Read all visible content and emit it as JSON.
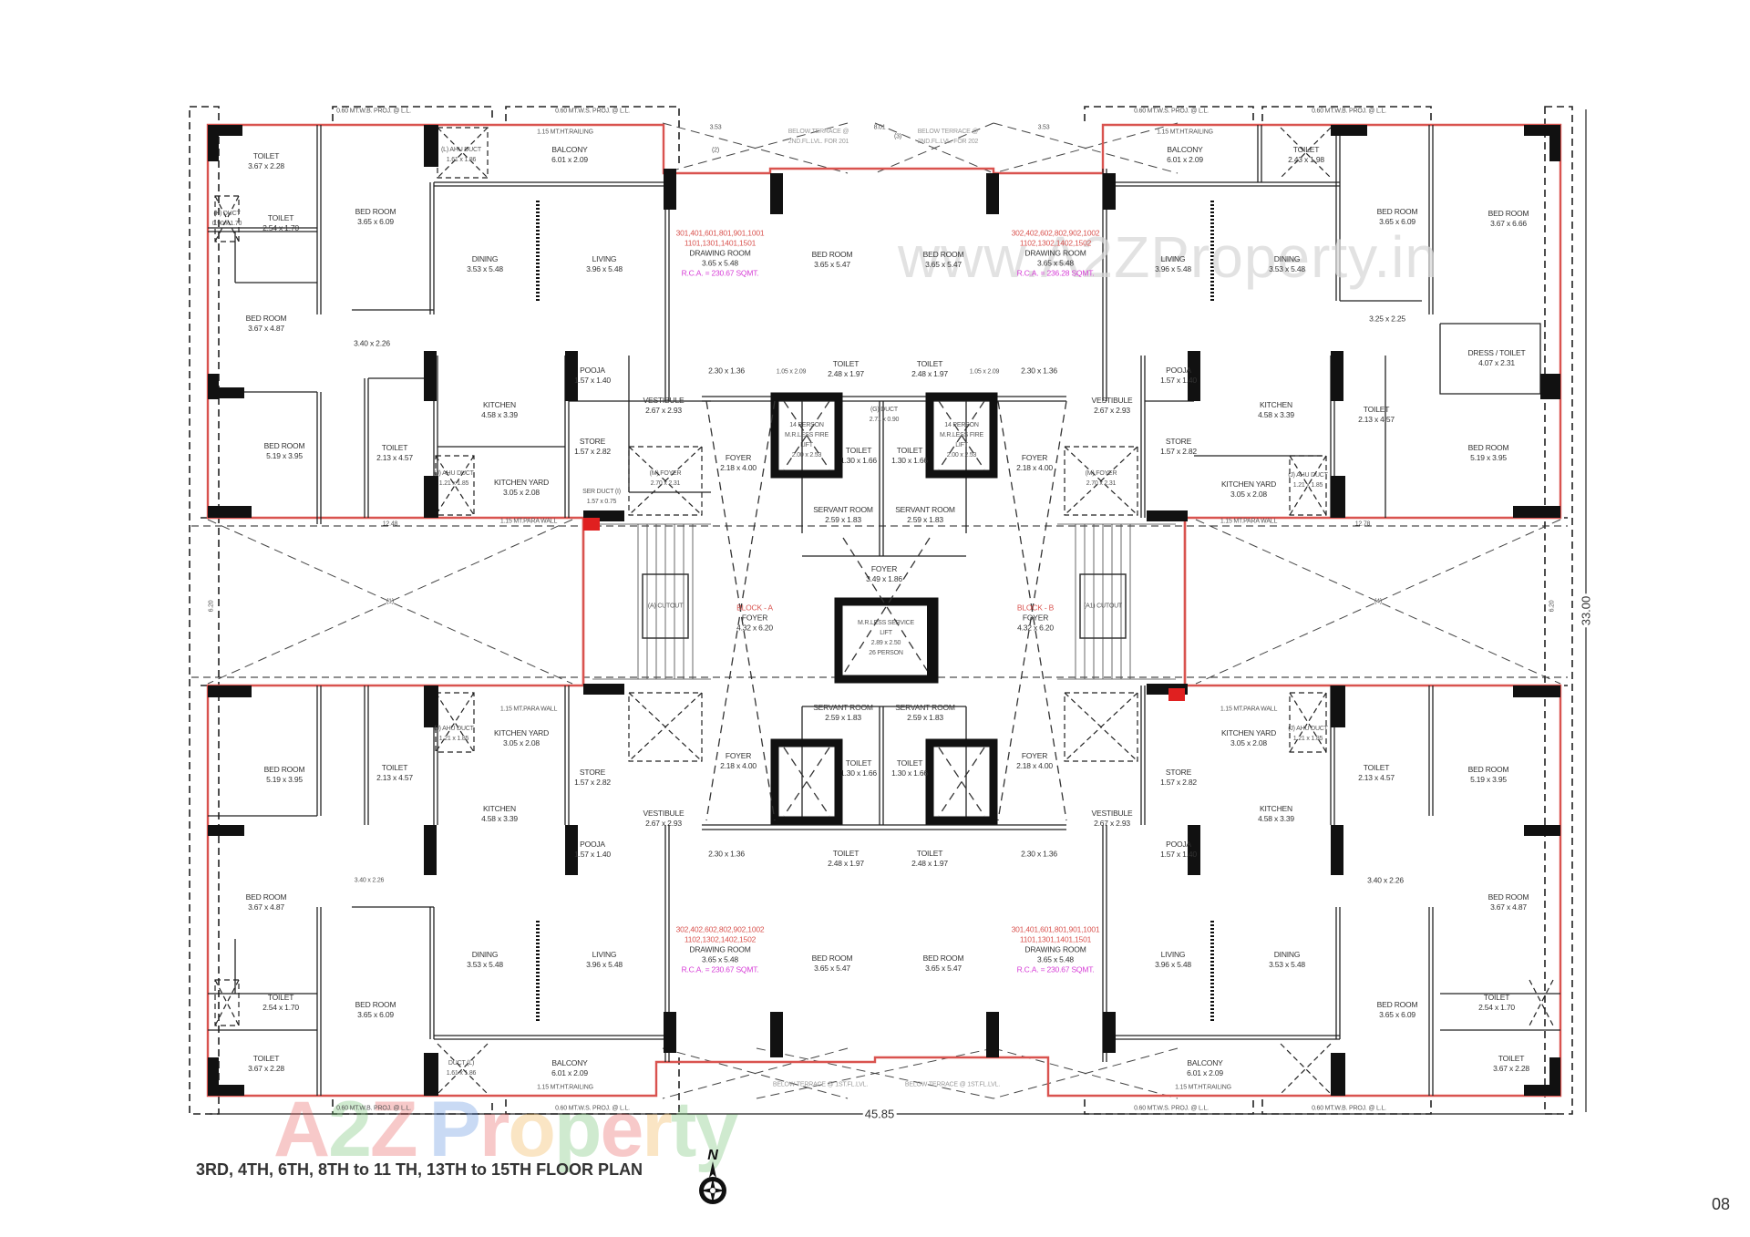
{
  "document": {
    "title": "3RD, 4TH, 6TH, 8TH to 11 TH, 13TH to 15TH FLOOR PLAN",
    "page_number": "08",
    "watermark_url": "www.A2ZProperty.in",
    "watermark_logo": [
      "A",
      "2",
      "Z",
      " ",
      "P",
      "r",
      "o",
      "p",
      "e",
      "r",
      "t",
      "y"
    ],
    "watermark_colors": [
      "#e85a5a",
      "#6cbf6c",
      "#e85a5a",
      "#ffffff",
      "#5b8fe0",
      "#e85a5a",
      "#f0b04a",
      "#6cbf6c",
      "#e85a5a",
      "#f0b04a",
      "#6cbf6c",
      "#6cbf6c"
    ],
    "compass_label": "N",
    "overall_width": "45.85",
    "overall_depth": "33.00",
    "accent_red": "#d9534f",
    "rca_pink": "#d63bd6"
  },
  "rooms": {
    "tl_toilet_a": {
      "name": "TOILET",
      "dim": "3.67 x 2.28"
    },
    "tl_toilet_b": {
      "name": "TOILET",
      "dim": "2.54 x 1.70"
    },
    "tl_duct_k": {
      "name": "(K) DUCT",
      "dim": "0.90 x 1.70"
    },
    "tl_bed_a": {
      "name": "BED ROOM",
      "dim": "3.65 x 6.09"
    },
    "tl_ahu_l": {
      "name": "(L) AHU DUCT",
      "dim": "1.61 x 1.86"
    },
    "tl_balcony": {
      "name": "BALCONY",
      "dim": "6.01 x 2.09"
    },
    "tl_dining": {
      "name": "DINING",
      "dim": "3.53 x 5.48"
    },
    "tl_living": {
      "name": "LIVING",
      "dim": "3.96 x 5.48"
    },
    "tl_bed_b": {
      "name": "BED ROOM",
      "dim": "3.67 x 4.87"
    },
    "tl_passage": {
      "name": "",
      "dim": "3.40 x 2.26"
    },
    "tl_bed_c": {
      "name": "BED ROOM",
      "dim": "5.19 x 3.95"
    },
    "tl_toilet_c": {
      "name": "TOILET",
      "dim": "2.13 x 4.57"
    },
    "tl_kitchen": {
      "name": "KITCHEN",
      "dim": "4.58 x 3.39"
    },
    "tl_ahu_j": {
      "name": "(J) AHU DUCT",
      "dim": "1.21 x 1.85"
    },
    "tl_kitchen_yard": {
      "name": "KITCHEN YARD",
      "dim": "3.05 x 2.08"
    },
    "tl_pooja": {
      "name": "POOJA",
      "dim": "1.57 x 1.40"
    },
    "tl_store": {
      "name": "STORE",
      "dim": "1.57 x 2.82"
    },
    "tl_vestibule": {
      "name": "VESTIBULE",
      "dim": "2.67 x 2.93"
    },
    "tl_lobby": {
      "name": "",
      "dim": "2.30 x 1.36"
    },
    "tl_foyer_m": {
      "name": "(M) FOYER",
      "dim": "2.70 x 2.31"
    },
    "tl_ser_duct": {
      "name": "SER DUCT (I)",
      "dim": "1.57 x 0.75"
    },
    "tl_drawing": {
      "units1": "301,401,601,801,901,1001",
      "units2": "1101,1301,1401,1501",
      "name": "DRAWING ROOM",
      "dim": "3.65 x 5.48",
      "rca": "R.C.A. = 230.67 SQMT."
    },
    "tc_bed_a": {
      "name": "BED ROOM",
      "dim": "3.65 x 5.47"
    },
    "tc_bed_b": {
      "name": "BED ROOM",
      "dim": "3.65 x 5.47"
    },
    "tc_toilet_a": {
      "name": "TOILET",
      "dim": "2.48 x 1.97"
    },
    "tc_toilet_b": {
      "name": "TOILET",
      "dim": "2.48 x 1.97"
    },
    "tc_pass_a": {
      "name": "",
      "dim": "1.05 x 2.09"
    },
    "tc_pass_b": {
      "name": "",
      "dim": "1.05 x 2.09"
    },
    "tr_drawing": {
      "units1": "302,402,602,802,902,1002",
      "units2": "1102,1302,1402,1502",
      "name": "DRAWING ROOM",
      "dim": "3.65 x 5.48",
      "rca": "R.C.A. = 236.28 SQMT."
    },
    "tr_lobby": {
      "name": "",
      "dim": "2.30 x 1.36"
    },
    "tr_balcony": {
      "name": "BALCONY",
      "dim": "6.01 x 2.09"
    },
    "tr_toilet_a": {
      "name": "TOILET",
      "dim": "2.43 x 1.98"
    },
    "tr_living": {
      "name": "LIVING",
      "dim": "3.96 x 5.48"
    },
    "tr_dining": {
      "name": "DINING",
      "dim": "3.53 x 5.48"
    },
    "tr_bed_a": {
      "name": "BED ROOM",
      "dim": "3.65 x 6.09"
    },
    "tr_bed_b": {
      "name": "BED ROOM",
      "dim": "3.67 x 6.66"
    },
    "tr_passage": {
      "name": "",
      "dim": "3.25 x 2.25"
    },
    "tr_dress": {
      "name": "DRESS / TOILET",
      "dim": "4.07 x 2.31"
    },
    "tr_vestibule": {
      "name": "VESTIBULE",
      "dim": "2.67 x 2.93"
    },
    "tr_pooja": {
      "name": "POOJA",
      "dim": "1.57 x 1.40"
    },
    "tr_store": {
      "name": "STORE",
      "dim": "1.57 x 2.82"
    },
    "tr_kitchen": {
      "name": "KITCHEN",
      "dim": "4.58 x 3.39"
    },
    "tr_toilet_b": {
      "name": "TOILET",
      "dim": "2.13 x 4.57"
    },
    "tr_bed_c": {
      "name": "BED ROOM",
      "dim": "5.19 x 3.95"
    },
    "tr_kitchen_yard": {
      "name": "KITCHEN YARD",
      "dim": "3.05 x 2.08"
    },
    "tr_ahu_j": {
      "name": "(J) AHU DUCT",
      "dim": "1.21 x 1.85"
    },
    "tr_foyer_m": {
      "name": "(M) FOYER",
      "dim": "2.70 x 2.31"
    },
    "core_foyer_a": {
      "name": "FOYER",
      "dim": "2.18 x 4.00"
    },
    "core_foyer_b": {
      "name": "FOYER",
      "dim": "2.18 x 4.00"
    },
    "core_fire_lift_a": {
      "name": "14 PERSON M.R.LESS FIRE LIFT",
      "dim": "2.00 x 2.53"
    },
    "core_fire_lift_b": {
      "name": "14 PERSON M.R.LESS FIRE LIFT",
      "dim": "2.00 x 2.53"
    },
    "core_duct_g": {
      "name": "(G) DUCT",
      "dim": "2.71 x 0.90"
    },
    "core_toilet_a": {
      "name": "TOILET",
      "dim": "1.30 x 1.66"
    },
    "core_toilet_b": {
      "name": "TOILET",
      "dim": "1.30 x 1.66"
    },
    "core_servant_a": {
      "name": "SERVANT ROOM",
      "dim": "2.59 x 1.83"
    },
    "core_servant_b": {
      "name": "SERVANT ROOM",
      "dim": "2.59 x 1.83"
    },
    "core_foyer_e": {
      "name": "FOYER",
      "dim": "3.49 x 1.86"
    },
    "core_service_lift": {
      "name": "M.R.LESS SERVICE LIFT",
      "dim": "2.89 x 2.50",
      "cap": "26 PERSON"
    },
    "core_block_a": {
      "block": "BLOCK - A",
      "name": "FOYER",
      "dim": "4.32 x 6.20"
    },
    "core_block_b": {
      "block": "BLOCK - B",
      "name": "FOYER",
      "dim": "4.32 x 6.20"
    },
    "core_cutout_a": {
      "name": "(A) CUTOUT",
      "dim": ""
    },
    "core_cutout_a1": {
      "name": "(A1) CUTOUT",
      "dim": ""
    },
    "bl_bed_c": {
      "name": "BED ROOM",
      "dim": "5.19 x 3.95"
    },
    "bl_toilet_c": {
      "name": "TOILET",
      "dim": "2.13 x 4.57"
    },
    "bl_kitchen_yard": {
      "name": "KITCHEN YARD",
      "dim": "3.05 x 2.08"
    },
    "bl_ahu_j": {
      "name": "(J) AHU DUCT",
      "dim": "1.21 x 1.85"
    },
    "bl_kitchen": {
      "name": "KITCHEN",
      "dim": "4.58 x 3.39"
    },
    "bl_store": {
      "name": "STORE",
      "dim": "1.57 x 2.82"
    },
    "bl_pooja": {
      "name": "POOJA",
      "dim": "1.57 x 1.40"
    },
    "bl_vestibule": {
      "name": "VESTIBULE",
      "dim": "2.67 x 2.93"
    },
    "bl_lobby": {
      "name": "",
      "dim": "2.30 x 1.36"
    },
    "bl_bed_b": {
      "name": "BED ROOM",
      "dim": "3.67 x 4.87"
    },
    "bl_passage": {
      "name": "",
      "dim": "3.40 x 2.26"
    },
    "bl_dining": {
      "name": "DINING",
      "dim": "3.53 x 5.48"
    },
    "bl_living": {
      "name": "LIVING",
      "dim": "3.96 x 5.48"
    },
    "bl_toilet_b": {
      "name": "TOILET",
      "dim": "2.54 x 1.70"
    },
    "bl_bed_a": {
      "name": "BED ROOM",
      "dim": "3.65 x 6.09"
    },
    "bl_toilet_a": {
      "name": "TOILET",
      "dim": "3.67 x 2.28"
    },
    "bl_balcony": {
      "name": "BALCONY",
      "dim": "6.01 x 2.09"
    },
    "bl_duct_l": {
      "name": "DUCT (L)",
      "dim": "1.61 x 1.86"
    },
    "bl_drawing": {
      "units1": "302,402,602,802,902,1002",
      "units2": "1102,1302,1402,1502",
      "name": "DRAWING ROOM",
      "dim": "3.65 x 5.48",
      "rca": "R.C.A. = 230.67 SQMT."
    },
    "bc_bed_a": {
      "name": "BED ROOM",
      "dim": "3.65 x 5.47"
    },
    "bc_bed_b": {
      "name": "BED ROOM",
      "dim": "3.65 x 5.47"
    },
    "bc_toilet_a": {
      "name": "TOILET",
      "dim": "2.48 x 1.97"
    },
    "bc_toilet_b": {
      "name": "TOILET",
      "dim": "2.48 x 1.97"
    },
    "bc_servant_a": {
      "name": "SERVANT ROOM",
      "dim": "2.59 x 1.83"
    },
    "bc_servant_b": {
      "name": "SERVANT ROOM",
      "dim": "2.59 x 1.83"
    },
    "bc_toilet_c": {
      "name": "TOILET",
      "dim": "1.30 x 1.66"
    },
    "bc_toilet_d": {
      "name": "TOILET",
      "dim": "1.30 x 1.66"
    },
    "bc_foyer_a": {
      "name": "FOYER",
      "dim": "2.18 x 4.00"
    },
    "bc_foyer_b": {
      "name": "FOYER",
      "dim": "2.18 x 4.00"
    },
    "br_drawing": {
      "units1": "301,401,601,801,901,1001",
      "units2": "1101,1301,1401,1501",
      "name": "DRAWING ROOM",
      "dim": "3.65 x 5.48",
      "rca": "R.C.A. = 230.67 SQMT."
    },
    "br_lobby": {
      "name": "",
      "dim": "2.30 x 1.36"
    },
    "br_living": {
      "name": "LIVING",
      "dim": "3.96 x 5.48"
    },
    "br_dining": {
      "name": "DINING",
      "dim": "3.53 x 5.48"
    },
    "br_bed_a": {
      "name": "BED ROOM",
      "dim": "3.65 x 6.09"
    },
    "br_bed_b": {
      "name": "BED ROOM",
      "dim": "3.67 x 4.87"
    },
    "br_passage": {
      "name": "",
      "dim": "3.40 x 2.26"
    },
    "br_toilet_b": {
      "name": "TOILET",
      "dim": "2.54 x 1.70"
    },
    "br_toilet_a": {
      "name": "TOILET",
      "dim": "3.67 x 2.28"
    },
    "br_balcony": {
      "name": "BALCONY",
      "dim": "6.01 x 2.09"
    },
    "br_vestibule": {
      "name": "VESTIBULE",
      "dim": "2.67 x 2.93"
    },
    "br_pooja": {
      "name": "POOJA",
      "dim": "1.57 x 1.40"
    },
    "br_store": {
      "name": "STORE",
      "dim": "1.57 x 2.82"
    },
    "br_kitchen": {
      "name": "KITCHEN",
      "dim": "4.58 x 3.39"
    },
    "br_toilet_c": {
      "name": "TOILET",
      "dim": "2.13 x 4.57"
    },
    "br_bed_c": {
      "name": "BED ROOM",
      "dim": "5.19 x 3.95"
    },
    "br_kitchen_yard": {
      "name": "KITCHEN YARD",
      "dim": "3.05 x 2.08"
    },
    "br_ahu_j": {
      "name": "(J) AHU DUCT",
      "dim": "1.21 x 1.85"
    }
  },
  "annotations": {
    "proj_ws": "0.60 MT.W.S. PROJ. @ L.L.",
    "proj_wb": "0.60 MT.W.B. PROJ. @ L.L.",
    "railing": "1.15 MT.HT.RAILING",
    "para_wall": "1.15 MT.PARA WALL",
    "below_terrace_2nd_201": "BELOW TERRACE @ 2ND.FL.LVL. FOR 201",
    "below_terrace_2nd_202": "BELOW TERRACE @ 2ND.FL.LVL. FOR 202",
    "below_terrace_1st": "BELOW TERRACE @ 1ST.FL.LVL.",
    "dim_12_48": "12.48",
    "dim_12_78": "12.78",
    "dim_6_20_left": "6.20",
    "dim_6_20_right": "6.20",
    "dim_3_53_a": "3.53",
    "dim_3_53_b": "3.53",
    "dim_8_01": "8.01",
    "marker_1": "(1)",
    "marker_2": "(2)",
    "marker_3": "(3)",
    "marker_4": "(4)"
  }
}
